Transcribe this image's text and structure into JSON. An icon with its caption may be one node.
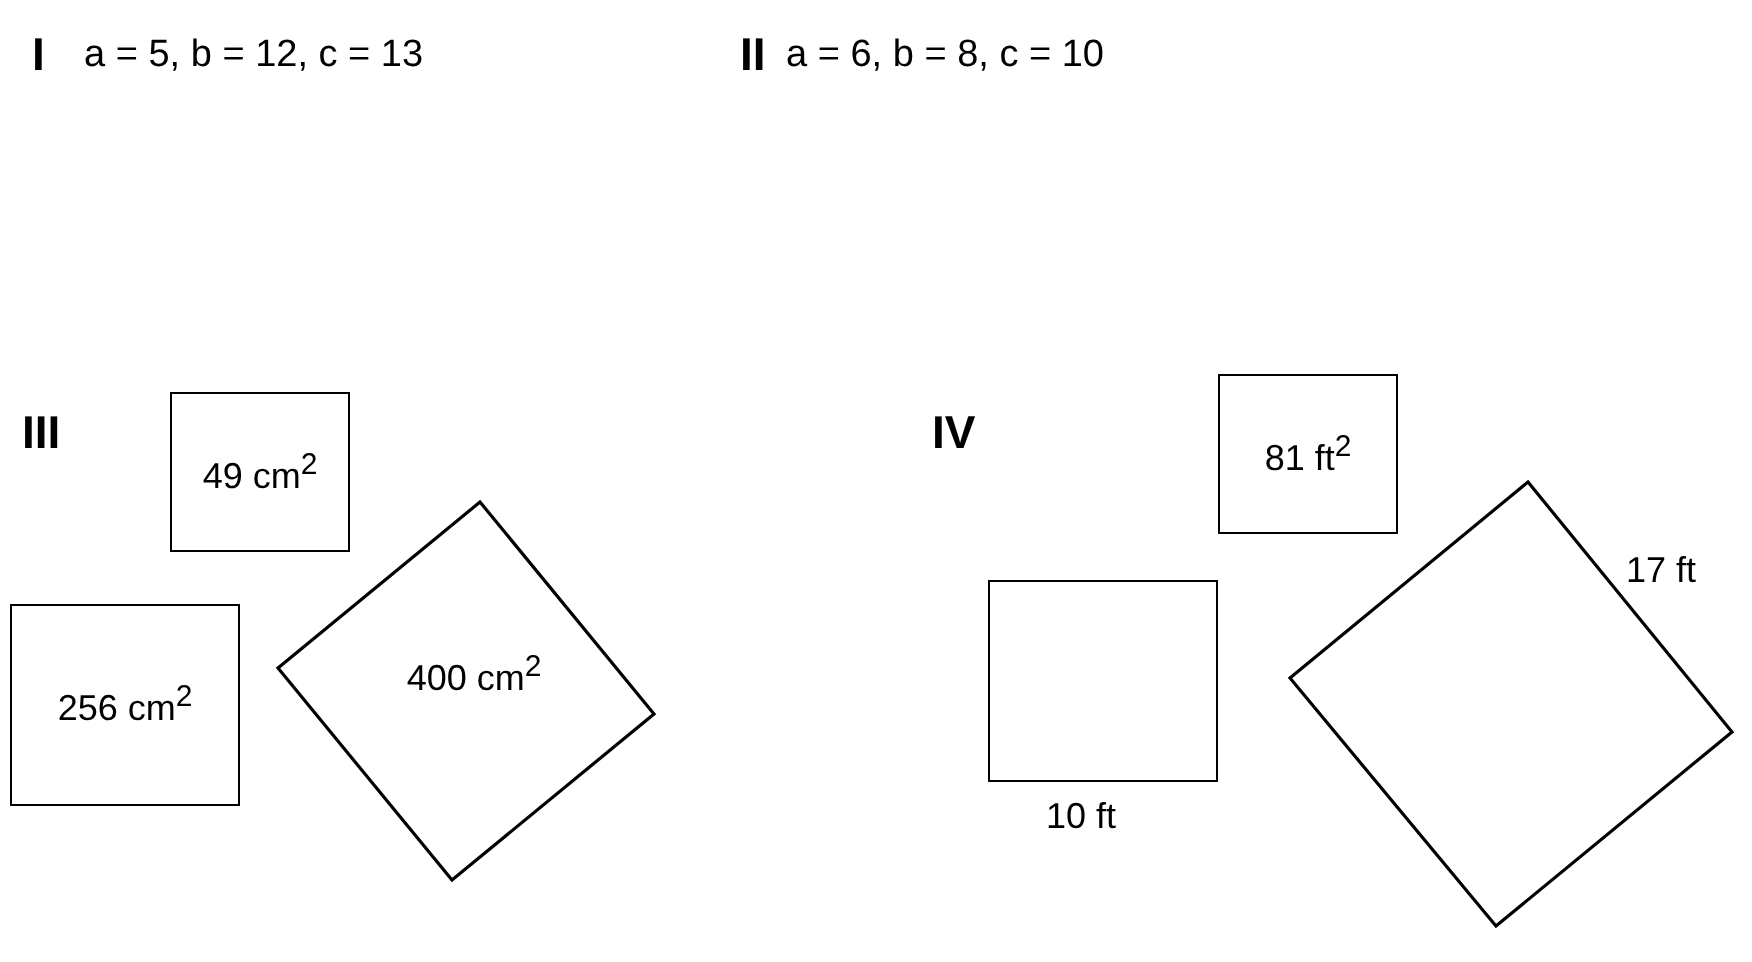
{
  "diagram": {
    "nodes": [
      {
        "text": [
          "49 cm$^{2}$"
        ]
      },
      {
        "text": [
          "256 cm$^{2}$"
        ]
      },
      {
        "text": [
          "400 cm$^{2}$"
        ]
      },
      {
        "text": [
          "81 ft$^{2}$"
        ]
      },
      {
        "text": [],
        "shape": "box",
        "beside": [
          "10 ft"
        ]
      },
      {
        "text": [],
        "shape": "diamond",
        "beside": [
          "17 ft"
        ]
      }
    ],
    "labels": [
      "I",
      "a = 5, b = 12, c = 13",
      "II",
      "a = 6, b = 8, c = 10",
      "III",
      "IV"
    ]
  }
}
